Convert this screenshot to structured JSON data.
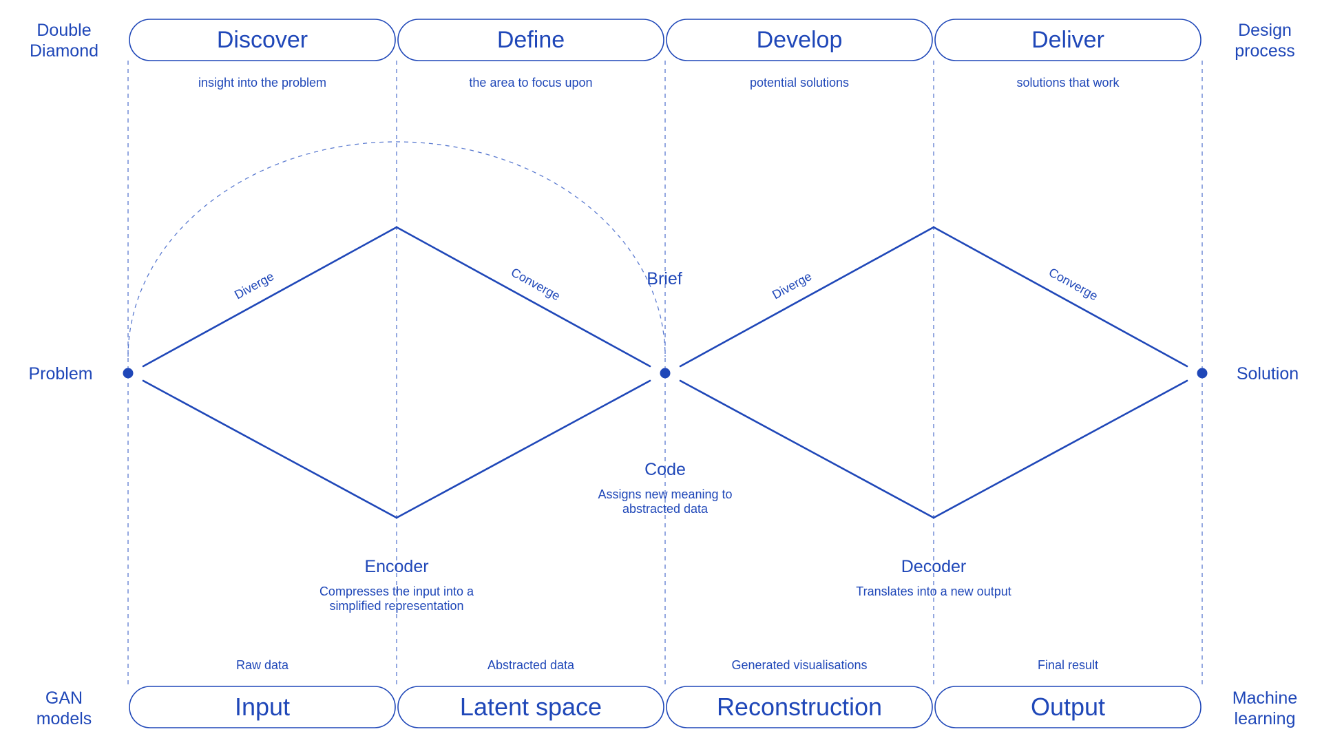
{
  "colors": {
    "ink": "#1f47b8",
    "guide": "#5a7ad0",
    "background": "#ffffff"
  },
  "corners": {
    "top_left": [
      "Double",
      "Diamond"
    ],
    "top_right": [
      "Design",
      "process"
    ],
    "bottom_left": [
      "GAN",
      "models"
    ],
    "bottom_right": [
      "Machine",
      "learning"
    ]
  },
  "phases": [
    {
      "label": "Discover",
      "desc": "insight into the problem"
    },
    {
      "label": "Define",
      "desc": "the area to focus upon"
    },
    {
      "label": "Develop",
      "desc": "potential solutions"
    },
    {
      "label": "Deliver",
      "desc": "solutions that work"
    }
  ],
  "gan_stages": [
    {
      "label": "Input",
      "desc": "Raw data"
    },
    {
      "label": "Latent space",
      "desc": "Abstracted data"
    },
    {
      "label": "Reconstruction",
      "desc": "Generated visualisations"
    },
    {
      "label": "Output",
      "desc": "Final result"
    }
  ],
  "nodes": {
    "start": "Problem",
    "end": "Solution"
  },
  "edge_labels": {
    "diverge_1": "Diverge",
    "converge_1": "Converge",
    "diverge_2": "Diverge",
    "converge_2": "Converge"
  },
  "brief": "Brief",
  "code": {
    "title": "Code",
    "desc": [
      "Assigns new meaning to",
      "abstracted data"
    ]
  },
  "encoder": {
    "title": "Encoder",
    "desc": [
      "Compresses the input into a",
      "simplified representation"
    ]
  },
  "decoder": {
    "title": "Decoder",
    "desc": [
      "Translates into a new output"
    ]
  }
}
